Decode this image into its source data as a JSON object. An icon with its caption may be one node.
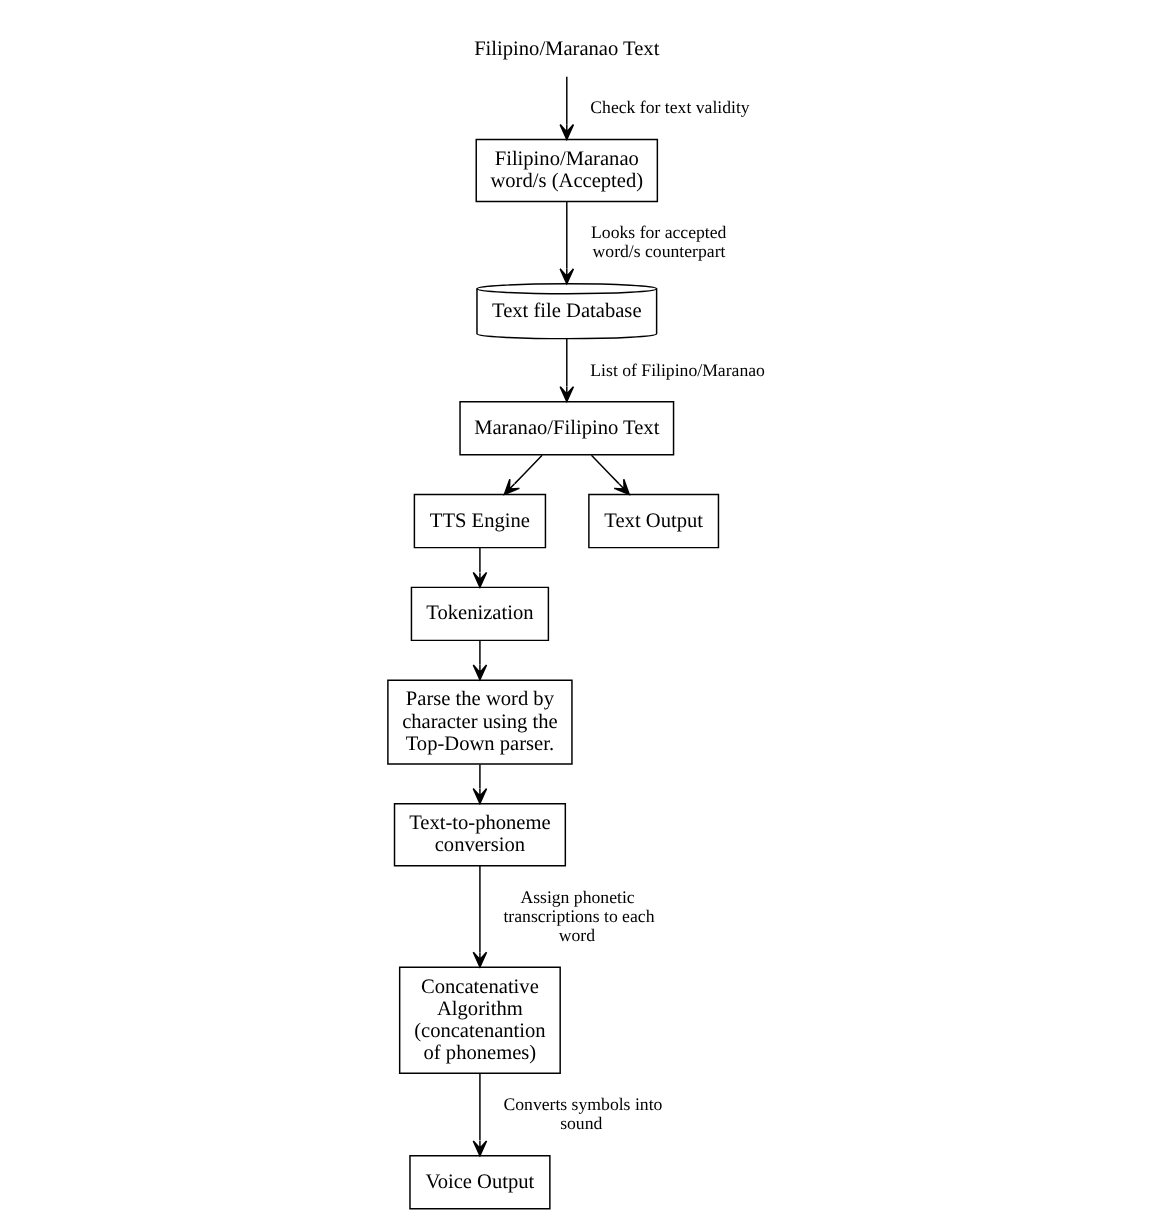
{
  "diagram": {
    "nodes": [
      {
        "text": [
          "Filipino/Maranao Text"
        ]
      },
      {
        "text": [
          "Filipino/Maranao word/s (Accepted)"
        ]
      },
      {
        "text": [
          "Text file Database"
        ]
      },
      {
        "text": [
          "Maranao/Filipino Text"
        ]
      },
      {
        "text": [
          "TTS Engine"
        ]
      },
      {
        "text": [
          "Tokenization"
        ]
      },
      {
        "text": [
          "Parse the word by character using the Top-Down parser."
        ]
      },
      {
        "text": [
          "Text-to-phoneme conversion"
        ]
      },
      {
        "text": [
          "Concatenative Algorithm (concatenantion of phonemes)"
        ]
      },
      {
        "text": [
          "Voice Output"
        ]
      },
      {
        "text": [
          "Text Output"
        ]
      }
    ],
    "edges": [
      {
        "from": 0,
        "to": 1,
        "arrow": "to",
        "label": "Check for text validity"
      },
      {
        "from": 1,
        "to": 2,
        "arrow": "to",
        "label": "Looks for accepted word/s counterpart"
      },
      {
        "from": 2,
        "to": 3,
        "arrow": "to",
        "label": "List of Filipino/Maranao"
      },
      {
        "from": 3,
        "to": 4,
        "arrow": "to"
      },
      {
        "from": 4,
        "to": 5,
        "arrow": "to"
      },
      {
        "from": 5,
        "to": 6,
        "arrow": "to"
      },
      {
        "from": 6,
        "to": 7,
        "arrow": "to"
      },
      {
        "from": 7,
        "to": 8,
        "arrow": "to",
        "label": "Assign phonetic transcriptions to each word"
      },
      {
        "from": 8,
        "to": 9,
        "arrow": "to",
        "label": "Converts symbols into sound"
      },
      {
        "from": 3,
        "to": 10,
        "arrow": "to"
      }
    ]
  }
}
